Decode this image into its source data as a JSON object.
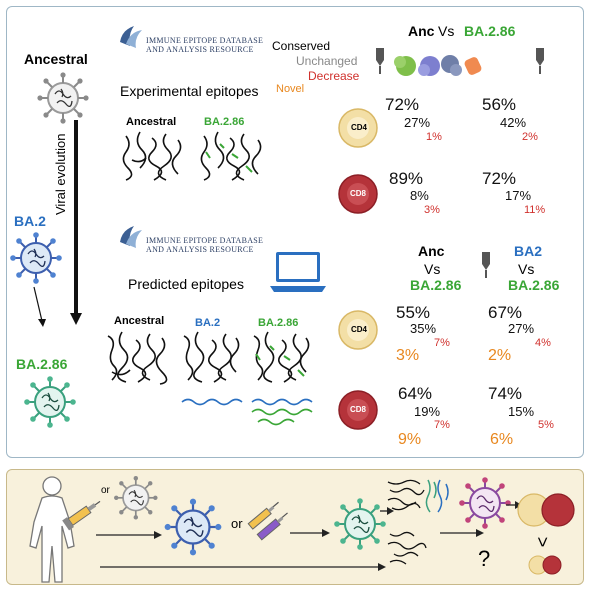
{
  "left": {
    "ancestral": "Ancestral",
    "viral_evolution": "Viral evolution",
    "ba2": "BA.2",
    "ba286": "BA.2.86"
  },
  "iedb": {
    "line1": "IMMUNE EPITOPE DATABASE",
    "line2": "AND ANALYSIS RESOURCE"
  },
  "experimental": {
    "title": "Experimental epitopes",
    "label_anc": "Ancestral",
    "label_ba286": "BA.2.86"
  },
  "legend": {
    "conserved": "Conserved",
    "unchanged": "Unchanged",
    "decrease": "Decrease",
    "novel": "Novel"
  },
  "exp_header": {
    "anc": "Anc",
    "vs": "Vs",
    "ba286": "BA.2.86"
  },
  "exp_cd4": {
    "label": "CD4",
    "a_conserved": "72%",
    "a_unchanged": "27%",
    "a_decrease": "1%",
    "b_conserved": "56%",
    "b_unchanged": "42%",
    "b_decrease": "2%"
  },
  "exp_cd8": {
    "label": "CD8",
    "a_conserved": "89%",
    "a_unchanged": "8%",
    "a_decrease": "3%",
    "b_conserved": "72%",
    "b_unchanged": "17%",
    "b_decrease": "11%"
  },
  "predicted": {
    "title": "Predicted epitopes",
    "label_anc": "Ancestral",
    "label_ba2": "BA.2",
    "label_ba286": "BA.2.86"
  },
  "pred_header": {
    "anc": "Anc",
    "vs1": "Vs",
    "ba286_1": "BA.2.86",
    "ba2": "BA2",
    "vs2": "Vs",
    "ba286_2": "BA.2.86"
  },
  "pred_cd4": {
    "label": "CD4",
    "a_conserved": "55%",
    "a_unchanged": "35%",
    "a_decrease": "7%",
    "a_novel": "3%",
    "b_conserved": "67%",
    "b_unchanged": "27%",
    "b_decrease": "4%",
    "b_novel": "2%"
  },
  "pred_cd8": {
    "label": "CD8",
    "a_conserved": "64%",
    "a_unchanged": "19%",
    "a_decrease": "7%",
    "a_novel": "9%",
    "b_conserved": "74%",
    "b_unchanged": "15%",
    "b_decrease": "5%",
    "b_novel": "6%"
  },
  "bottom": {
    "or1": "or",
    "or2": "or",
    "question": "?",
    "greater": ">"
  },
  "colors": {
    "green": "#3aa636",
    "blue": "#2a6fc0",
    "red": "#d0312d",
    "orange": "#e8871e",
    "cd4_cell": "#f3dfa6",
    "cd8_cell": "#b5333a"
  }
}
